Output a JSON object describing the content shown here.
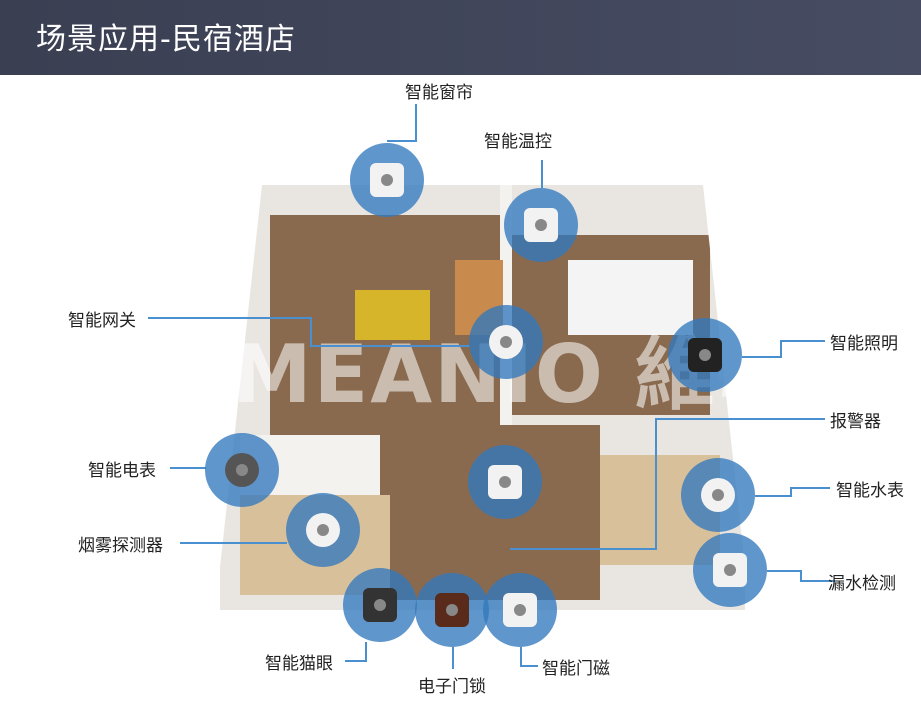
{
  "header": {
    "title": "场景应用-民宿酒店"
  },
  "watermark": "UMEANIO 維敏",
  "devices": [
    {
      "label": "智能窗帘",
      "icon": "curtain-motor-icon"
    },
    {
      "label": "智能温控",
      "icon": "thermostat-socket-icon"
    },
    {
      "label": "智能网关",
      "icon": "gateway-icon"
    },
    {
      "label": "智能照明",
      "icon": "light-switch-icon"
    },
    {
      "label": "报警器",
      "icon": "alarm-button-icon"
    },
    {
      "label": "智能电表",
      "icon": "lightning-icon"
    },
    {
      "label": "烟雾探测器",
      "icon": "smoke-detector-icon"
    },
    {
      "label": "智能水表",
      "icon": "water-drop-icon"
    },
    {
      "label": "漏水检测",
      "icon": "leak-sensor-icon"
    },
    {
      "label": "智能猫眼",
      "icon": "peephole-camera-icon"
    },
    {
      "label": "电子门锁",
      "icon": "door-lock-icon"
    },
    {
      "label": "智能门磁",
      "icon": "door-sensor-icon"
    }
  ],
  "colors": {
    "header": "#3f4459",
    "device_circle": "#3278be",
    "line": "#4a90d0"
  }
}
